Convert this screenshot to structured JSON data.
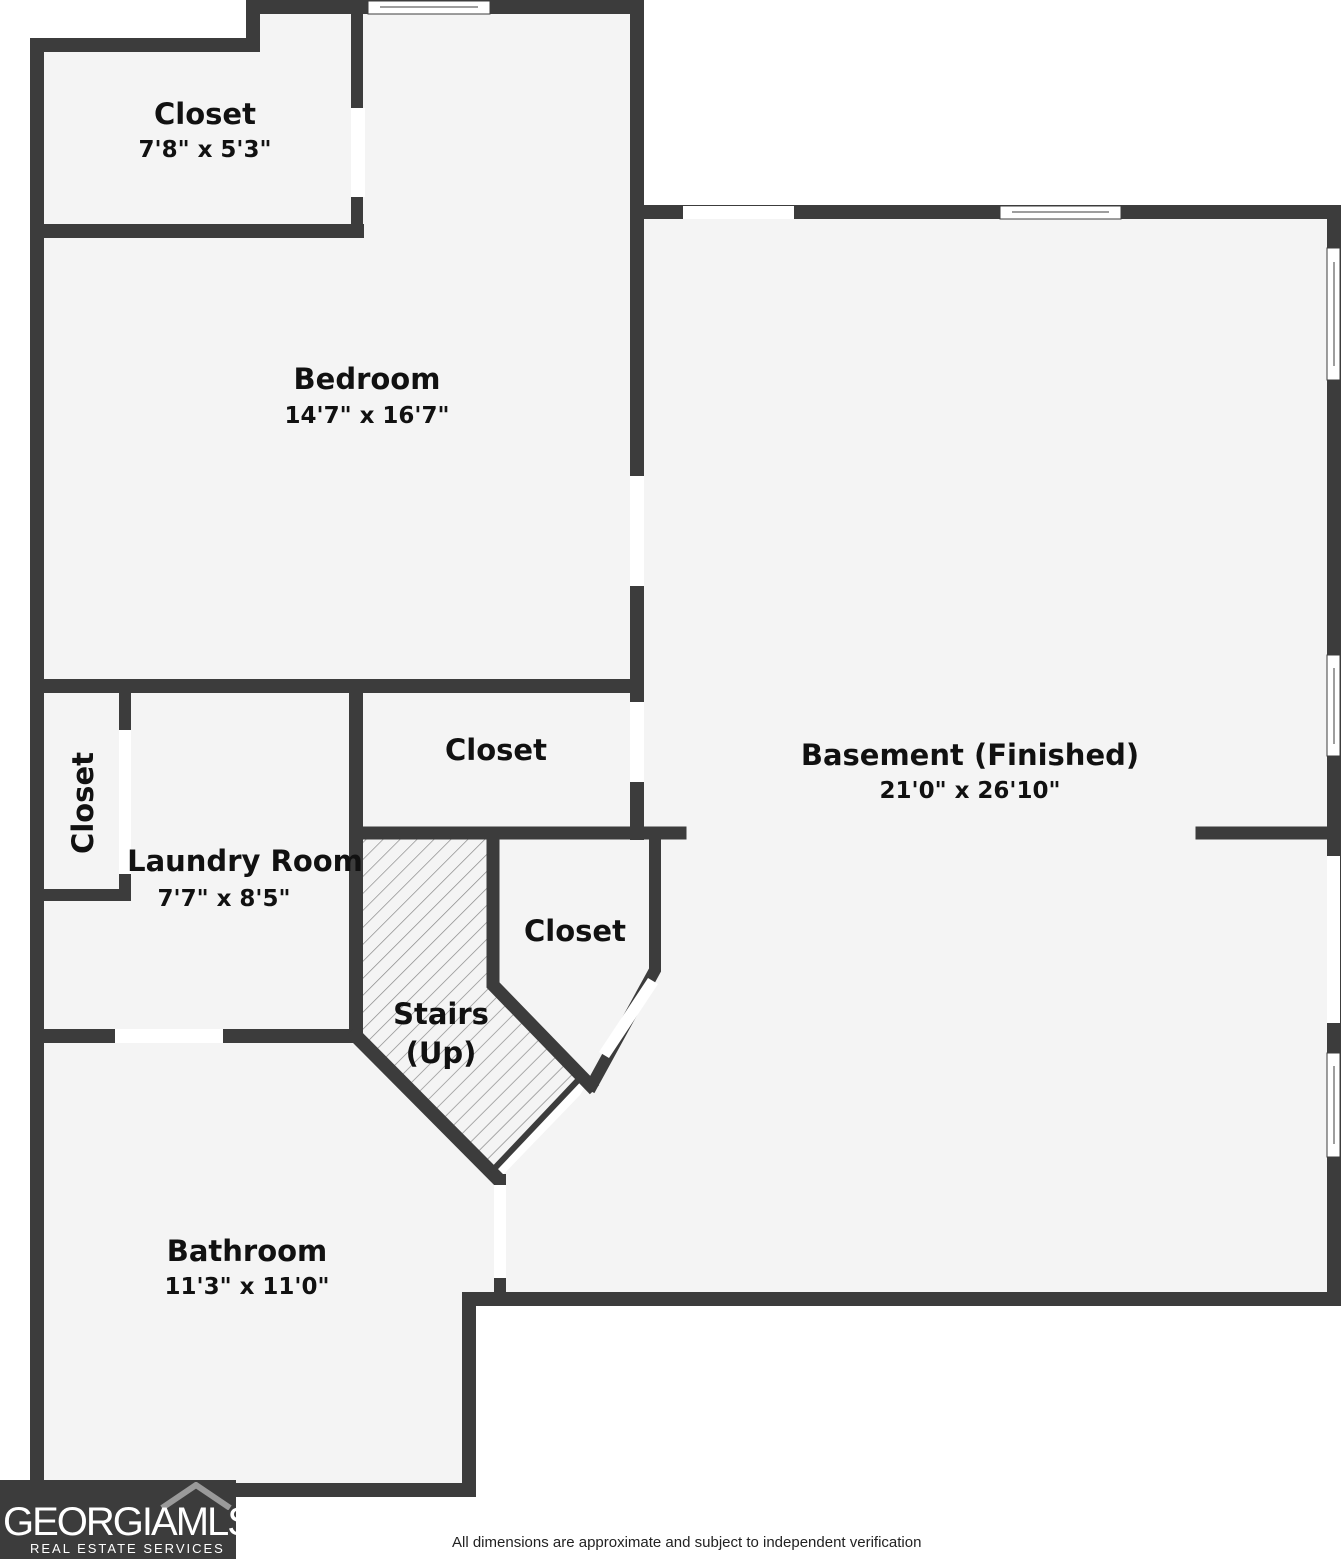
{
  "rooms": {
    "closet_top": {
      "name": "Closet",
      "dims": "7'8\" x 5'3\""
    },
    "bedroom": {
      "name": "Bedroom",
      "dims": "14'7\" x 16'7\""
    },
    "basement": {
      "name": "Basement (Finished)",
      "dims": "21'0\" x 26'10\""
    },
    "closet_side": {
      "name": "Closet"
    },
    "laundry": {
      "name": "Laundry Room",
      "dims": "7'7\" x 8'5\""
    },
    "closet_mid": {
      "name": "Closet"
    },
    "closet_corner": {
      "name": "Closet"
    },
    "stairs": {
      "line1": "Stairs",
      "line2": "(Up)"
    },
    "bathroom": {
      "name": "Bathroom",
      "dims": "11'3\" x 11'0\""
    }
  },
  "logo": {
    "name": "GEORGIAMLS",
    "subtitle": "REAL ESTATE SERVICES"
  },
  "disclaimer": "All dimensions are approximate and subject to independent verification",
  "colors": {
    "wall": "#3c3c3c",
    "floor": "#f4f4f4",
    "window": "#ffffff"
  }
}
